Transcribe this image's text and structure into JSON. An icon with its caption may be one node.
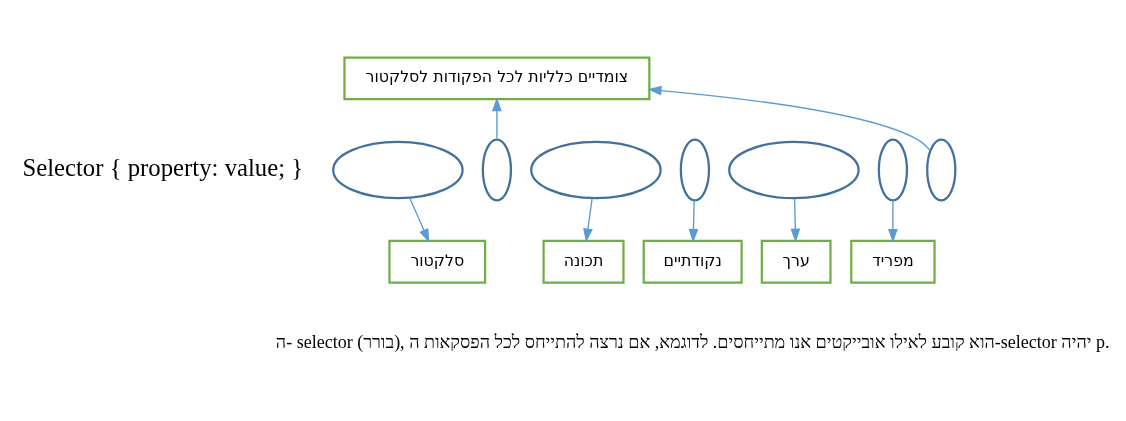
{
  "diagram": {
    "nodes": [
      {
        "text": [
          "צומדיים כלליות לכל הפקודות לסלקטור"
        ]
      },
      {
        "text": [],
        "shape": "ellipse"
      },
      {
        "text": [],
        "shape": "ellipse"
      },
      {
        "text": [],
        "shape": "ellipse"
      },
      {
        "text": [],
        "shape": "ellipse"
      },
      {
        "text": [],
        "shape": "ellipse"
      },
      {
        "text": [],
        "shape": "ellipse"
      },
      {
        "text": [],
        "shape": "ellipse"
      },
      {
        "text": [
          "סלקטור"
        ]
      },
      {
        "text": [
          "תכונה"
        ]
      },
      {
        "text": [
          "נקודתיים"
        ]
      },
      {
        "text": [
          "ערך"
        ]
      },
      {
        "text": [
          "מפריד"
        ]
      }
    ],
    "edges": [
      {
        "from": 2,
        "to": 0,
        "arrow": "to"
      },
      {
        "from": 7,
        "to": 0,
        "arrow": "to"
      },
      {
        "from": 1,
        "to": 8,
        "arrow": "to"
      },
      {
        "from": 3,
        "to": 9,
        "arrow": "to"
      },
      {
        "from": 4,
        "to": 10,
        "arrow": "to"
      },
      {
        "from": 5,
        "to": 11,
        "arrow": "to"
      },
      {
        "from": 6,
        "to": 12,
        "arrow": "to"
      }
    ],
    "labels": [
      "Selector { property: value; }",
      "ה- selector (בורר), הוא קובע לאילו אובייקטים אנו מתייחסים. לדוגמא, אם נרצה להתייחס לכל הפסקאות ה-selector יהיה p."
    ]
  }
}
